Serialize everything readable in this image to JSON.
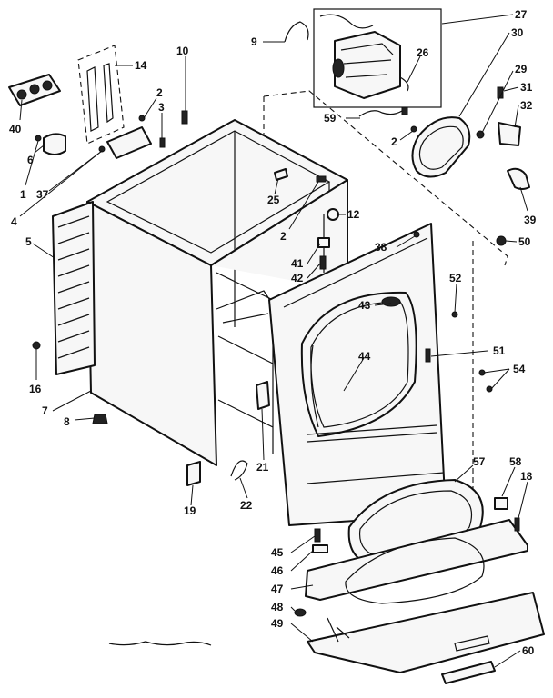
{
  "callouts": [
    {
      "id": "c9",
      "text": "9"
    },
    {
      "id": "c27",
      "text": "27"
    },
    {
      "id": "c30",
      "text": "30"
    },
    {
      "id": "c26",
      "text": "26"
    },
    {
      "id": "c29",
      "text": "29"
    },
    {
      "id": "c31",
      "text": "31"
    },
    {
      "id": "c32",
      "text": "32"
    },
    {
      "id": "c59",
      "text": "59"
    },
    {
      "id": "c2a",
      "text": "2"
    },
    {
      "id": "c10",
      "text": "10"
    },
    {
      "id": "c14",
      "text": "14"
    },
    {
      "id": "c2b",
      "text": "2"
    },
    {
      "id": "c3",
      "text": "3"
    },
    {
      "id": "c40",
      "text": "40"
    },
    {
      "id": "c6",
      "text": "6"
    },
    {
      "id": "c1",
      "text": "1"
    },
    {
      "id": "c37",
      "text": "37"
    },
    {
      "id": "c4",
      "text": "4"
    },
    {
      "id": "c5",
      "text": "5"
    },
    {
      "id": "c25",
      "text": "25"
    },
    {
      "id": "c2c",
      "text": "2"
    },
    {
      "id": "c12",
      "text": "12"
    },
    {
      "id": "c39",
      "text": "39"
    },
    {
      "id": "c50",
      "text": "50"
    },
    {
      "id": "c38",
      "text": "38"
    },
    {
      "id": "c41",
      "text": "41"
    },
    {
      "id": "c42",
      "text": "42"
    },
    {
      "id": "c52",
      "text": "52"
    },
    {
      "id": "c43",
      "text": "43"
    },
    {
      "id": "c44",
      "text": "44"
    },
    {
      "id": "c51",
      "text": "51"
    },
    {
      "id": "c54",
      "text": "54"
    },
    {
      "id": "c16",
      "text": "16"
    },
    {
      "id": "c7",
      "text": "7"
    },
    {
      "id": "c8",
      "text": "8"
    },
    {
      "id": "c21",
      "text": "21"
    },
    {
      "id": "c19",
      "text": "19"
    },
    {
      "id": "c22",
      "text": "22"
    },
    {
      "id": "c57",
      "text": "57"
    },
    {
      "id": "c58",
      "text": "58"
    },
    {
      "id": "c18",
      "text": "18"
    },
    {
      "id": "c45",
      "text": "45"
    },
    {
      "id": "c46",
      "text": "46"
    },
    {
      "id": "c47",
      "text": "47"
    },
    {
      "id": "c48",
      "text": "48"
    },
    {
      "id": "c49",
      "text": "49"
    },
    {
      "id": "c60",
      "text": "60"
    }
  ]
}
